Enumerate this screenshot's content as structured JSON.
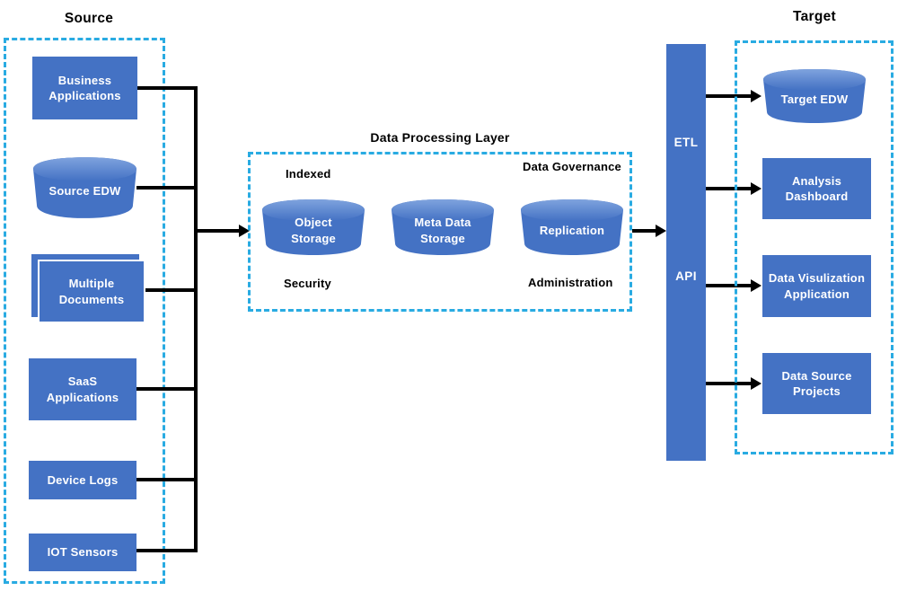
{
  "colors": {
    "node_fill": "#4472C4",
    "cylinder_top": "#7FA3DE",
    "dashed_border": "#29ABE2",
    "connector": "#000000",
    "title_text": "#000000",
    "node_text": "#FFFFFF"
  },
  "source": {
    "title": "Source",
    "items": [
      {
        "label": "Business Applications"
      },
      {
        "label": "Source EDW"
      },
      {
        "label": "Multiple Documents"
      },
      {
        "label": "SaaS Applications"
      },
      {
        "label": "Device Logs"
      },
      {
        "label": "IOT Sensors"
      }
    ]
  },
  "processing": {
    "title": "Data Processing Layer",
    "labels": {
      "top_left": "Indexed",
      "top_right": "Data Governance",
      "bottom_left": "Security",
      "bottom_right": "Administration"
    },
    "items": [
      {
        "label": "Object Storage"
      },
      {
        "label": "Meta Data Storage"
      },
      {
        "label": "Replication"
      }
    ]
  },
  "pipeline": {
    "labels": [
      "ETL",
      "API"
    ]
  },
  "target": {
    "title": "Target",
    "items": [
      {
        "label": "Target EDW"
      },
      {
        "label": "Analysis Dashboard"
      },
      {
        "label": "Data Visulization Application"
      },
      {
        "label": "Data Source Projects"
      }
    ]
  },
  "connections": [
    {
      "from": "Business Applications",
      "to": "Data Processing Layer"
    },
    {
      "from": "Source EDW",
      "to": "Data Processing Layer"
    },
    {
      "from": "Multiple Documents",
      "to": "Data Processing Layer"
    },
    {
      "from": "SaaS Applications",
      "to": "Data Processing Layer"
    },
    {
      "from": "Device Logs",
      "to": "Data Processing Layer"
    },
    {
      "from": "IOT Sensors",
      "to": "Data Processing Layer"
    },
    {
      "from": "Data Processing Layer",
      "to": "ETL / API"
    },
    {
      "from": "ETL / API",
      "to": "Target EDW"
    },
    {
      "from": "ETL / API",
      "to": "Analysis Dashboard"
    },
    {
      "from": "ETL / API",
      "to": "Data Visulization Application"
    },
    {
      "from": "ETL / API",
      "to": "Data Source Projects"
    }
  ]
}
